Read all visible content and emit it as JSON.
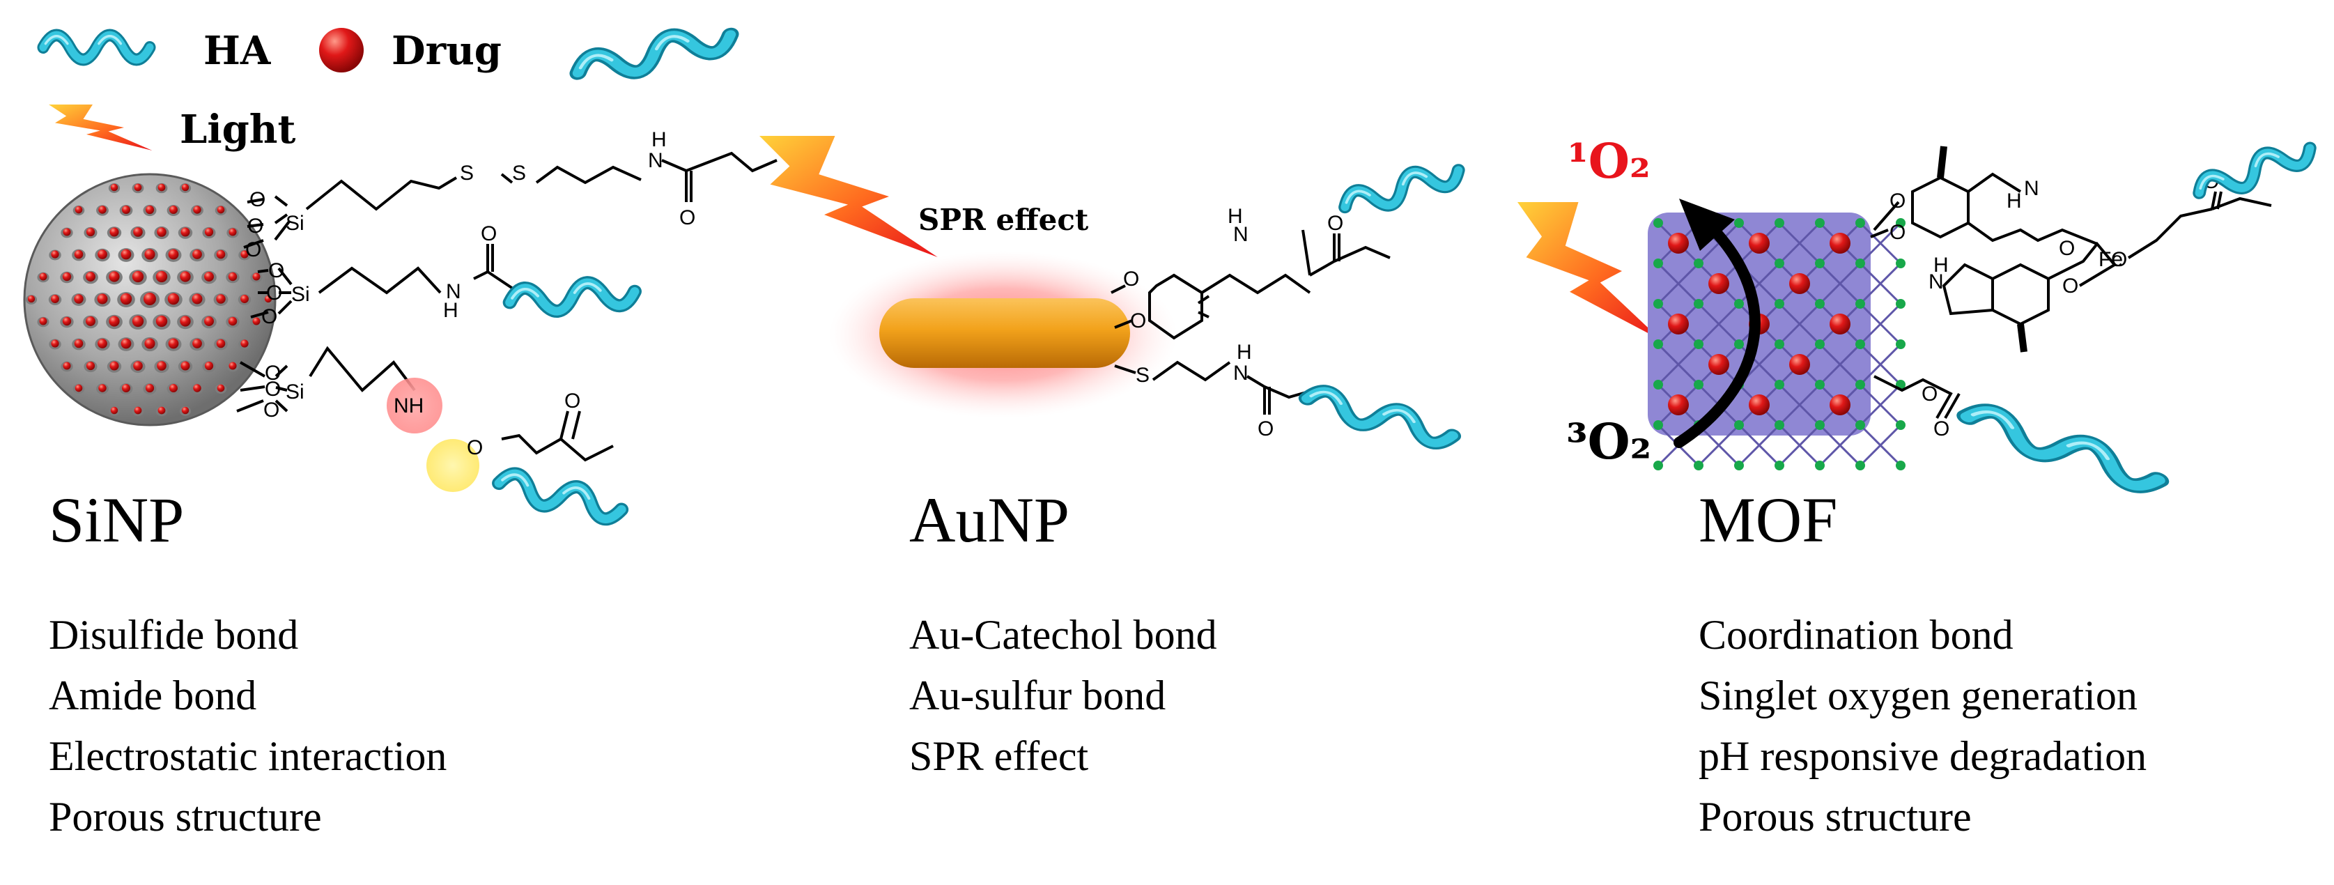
{
  "legend": {
    "ha_label": "HA",
    "drug_label": "Drug",
    "light_label": "Light"
  },
  "panels": {
    "sinp": {
      "title": "SiNP",
      "properties": [
        "Disulfide bond",
        "Amide bond",
        "Electrostatic interaction",
        "Porous structure"
      ],
      "atoms": {
        "o": "O",
        "si": "Si",
        "s": "S",
        "h": "H",
        "n": "N",
        "nh3": "NH",
        "minus_o": "O"
      }
    },
    "aunp": {
      "title": "AuNP",
      "effect_label": "SPR effect",
      "properties": [
        "Au-Catechol bond",
        "Au-sulfur bond",
        "SPR effect"
      ],
      "atoms": {
        "o": "O",
        "s": "S",
        "h": "H",
        "n": "N"
      }
    },
    "mof": {
      "title": "MOF",
      "singlet_oxygen": "¹O₂",
      "triplet_oxygen": "³O₂",
      "properties": [
        "Coordination bond",
        "Singlet oxygen generation",
        "pH responsive degradation",
        "Porous structure"
      ],
      "atoms": {
        "o": "O",
        "h": "H",
        "n": "N",
        "fe": "Fe"
      }
    }
  },
  "colors": {
    "ha_ribbon": "#1fb5cf",
    "drug": "#d81414",
    "light_bolt": "#f03a1a",
    "gold": "#f0a020",
    "singlet_oxygen_text": "#e8141c",
    "mof_framework": "#8f87d4"
  }
}
